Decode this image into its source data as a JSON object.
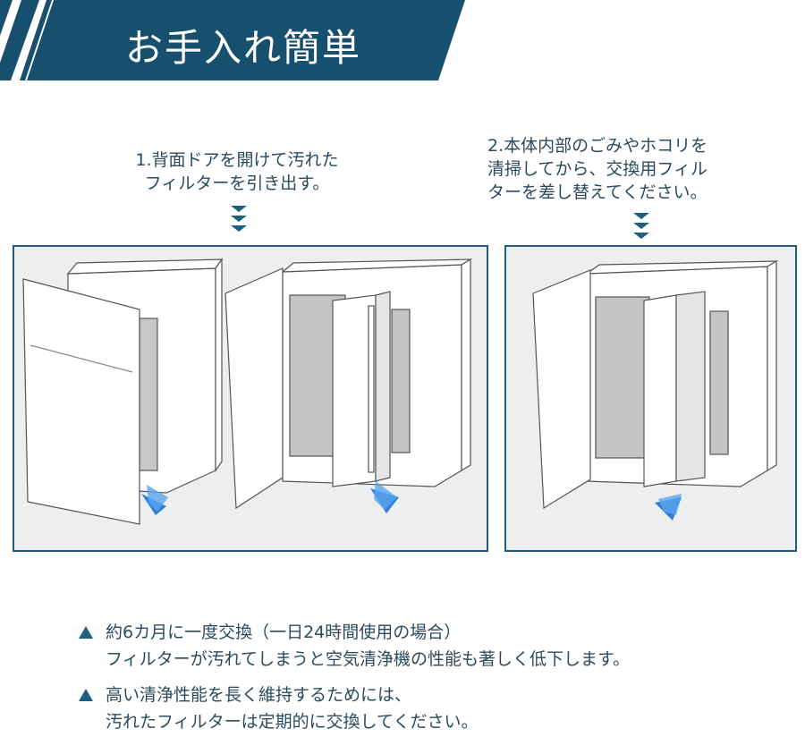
{
  "header": {
    "title": "お手入れ簡単"
  },
  "steps": [
    {
      "line1": "1.背面ドアを開けて汚れた",
      "line2": "フィルターを引き出す。"
    },
    {
      "line1": "2.本体内部のごみやホコリを",
      "line2": "清掃してから、交換用フィル",
      "line3": "ターを差し替えてください。"
    }
  ],
  "notes": [
    {
      "line1": "約6カ月に一度交換（一日24時間使用の場合）",
      "line2": "フィルターが汚れてしまうと空気清浄機の性能も著しく低下します。"
    },
    {
      "line1": "高い清浄性能を長く維持するためには、",
      "line2": "汚れたフィルターは定期的に交換してください。"
    }
  ],
  "colors": {
    "header_bg": "#16506e",
    "accent": "#1f5f7d",
    "panel_bg": "#eceeef",
    "arrow": "#2f7fd8"
  },
  "icons": [
    "chevron-down-icon",
    "triangle-up-icon",
    "arrow-icon"
  ]
}
